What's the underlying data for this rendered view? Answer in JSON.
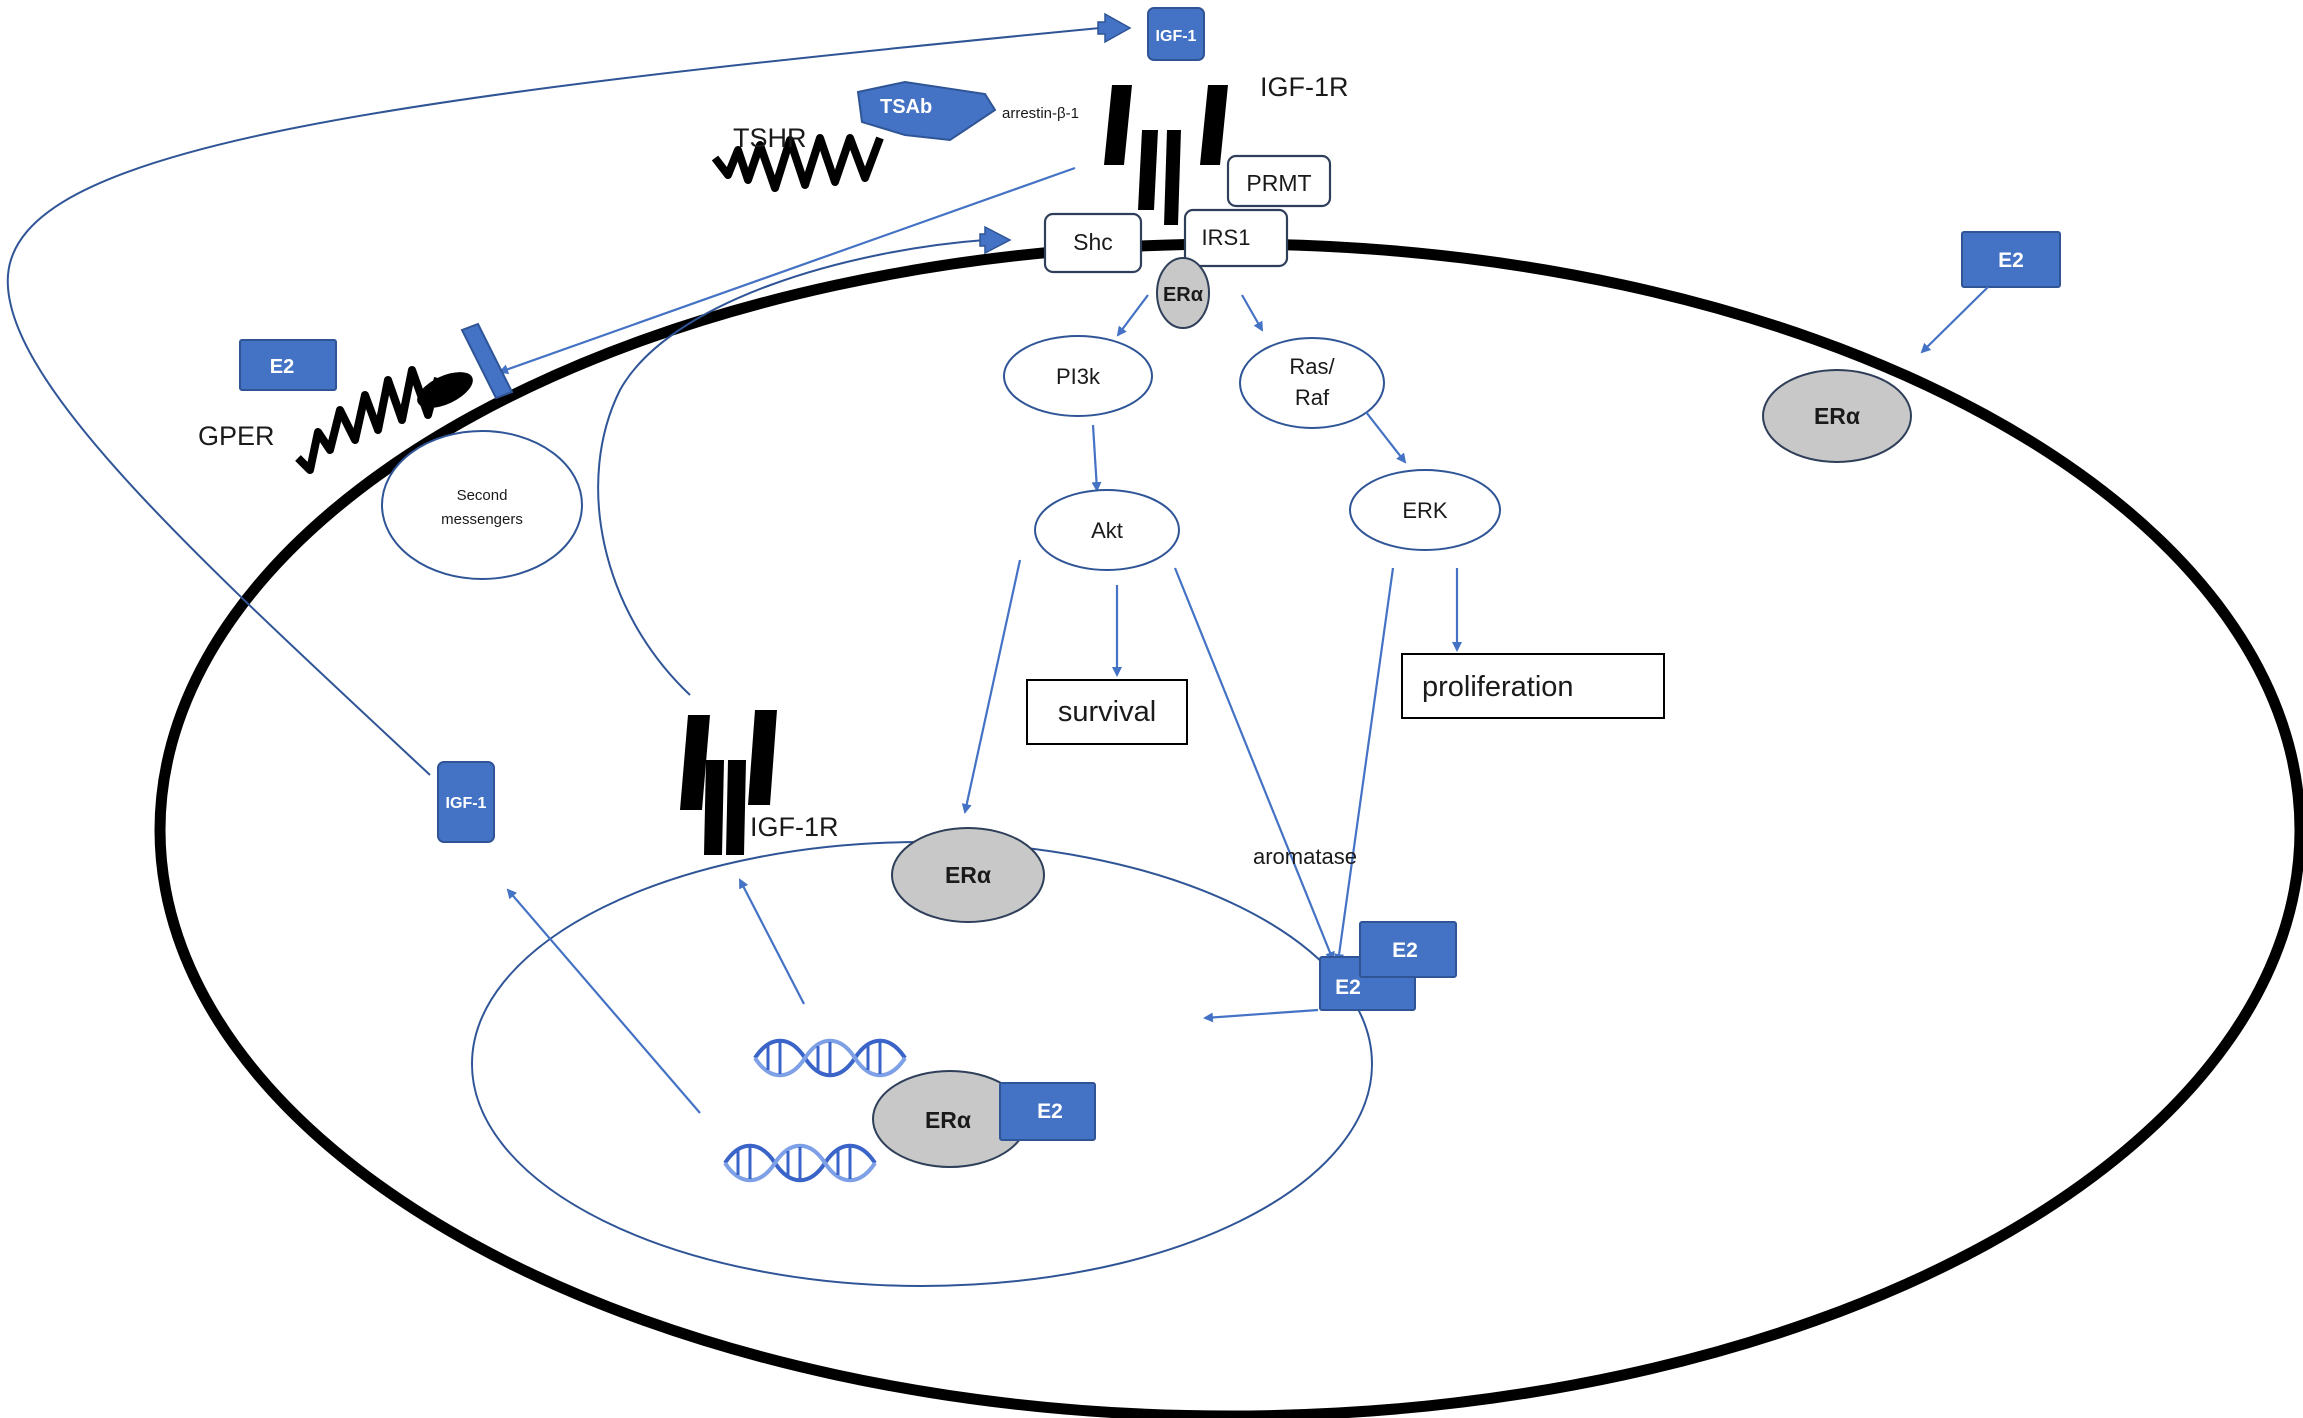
{
  "labels": {
    "tshr": "TSHR",
    "tsab": "TSAb",
    "arrestin": "arrestin-β-1",
    "igf1r_membrane": "IGF-1R",
    "igf1_top": "IGF-1",
    "prmt": "PRMT",
    "shc": "Shc",
    "irs1": "IRS1",
    "era_small": "ERα",
    "pi3k": "PI3k",
    "ras_line1": "Ras/",
    "ras_line2": "Raf",
    "akt": "Akt",
    "erk": "ERK",
    "survival": "survival",
    "proliferation": "proliferation",
    "gper": "GPER",
    "e2_gper": "E2",
    "second_line1": "Second",
    "second_line2": "messengers",
    "e2_right": "E2",
    "era_right": "ERα",
    "igf1_cyto": "IGF-1",
    "igf1r_cyto": "IGF-1R",
    "era_mid": "ERα",
    "aromatase": "aromatase",
    "e2_back": "E2",
    "e2_front": "E2",
    "era_nucleus": "ERα",
    "e2_nucleus": "E2"
  },
  "colors": {
    "blue_fill": "#4472c4",
    "blue_stroke": "#2f5597",
    "gray_fill": "#c8c8c8",
    "membrane": "#000000"
  }
}
